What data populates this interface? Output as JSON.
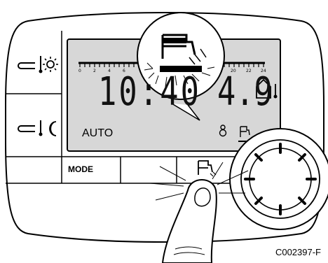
{
  "display": {
    "time": "10:40",
    "temperature_reading": "4.9",
    "mode_text": "AUTO",
    "left_scale_ticks": [
      "0",
      "2",
      "4",
      "6"
    ],
    "right_scale_ticks": [
      "20",
      "22",
      "24"
    ]
  },
  "controls": {
    "mode_button_label": "MODE",
    "comfort_icon": "sun-thermometer-icon",
    "reduced_icon": "moon-thermometer-icon",
    "dhw_button_icon": "tap-icon",
    "dial_icon": "rotary-dial"
  },
  "figure_code": "C002397-F",
  "colors": {
    "lcd_background": "#d7d7d7",
    "outline": "#000000"
  }
}
